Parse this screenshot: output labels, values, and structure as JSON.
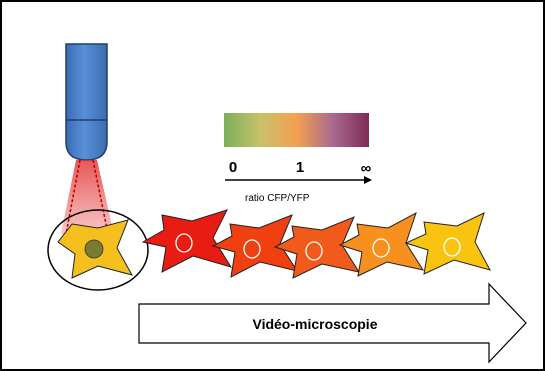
{
  "scale": {
    "tick_labels": [
      "0",
      "1",
      "∞"
    ],
    "axis_label": "ratio CFP/YFP",
    "gradient_colors": [
      "#7cae5c",
      "#c8c26a",
      "#f4a052",
      "#a86a8e",
      "#7e2b56"
    ]
  },
  "arrow": {
    "label": "Vidéo-microscopie"
  },
  "objective": {
    "body_color": "#4b7fc8",
    "beam_color": "#e02020"
  },
  "cells": {
    "colors": [
      "#f5bf1e",
      "#e81c12",
      "#f04010",
      "#f25a1c",
      "#f7901e",
      "#f8c410"
    ],
    "nucleus_colors": [
      "#7a7a32",
      "#ffffff",
      "#ffffff",
      "#ffffff",
      "#ffffff",
      "#ffffff"
    ]
  }
}
